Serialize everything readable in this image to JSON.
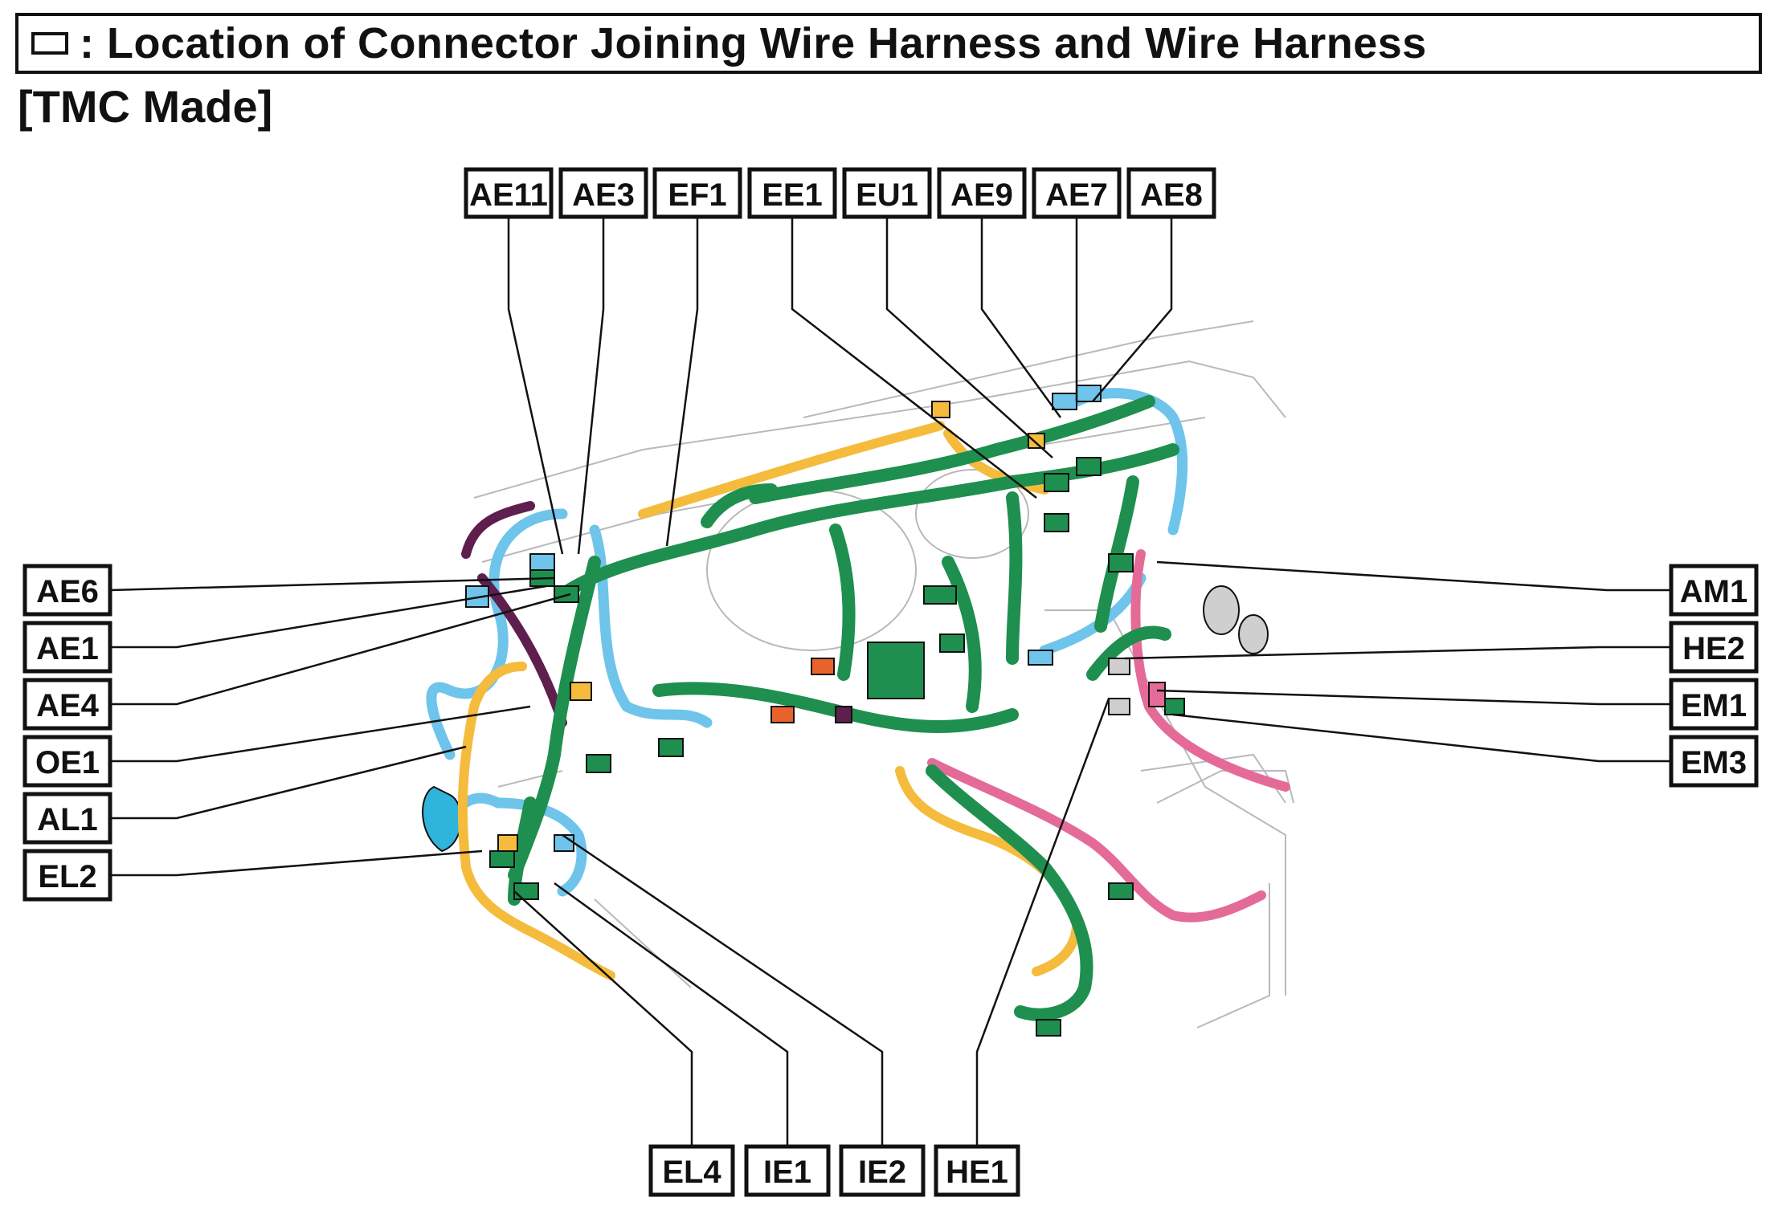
{
  "header": {
    "text": ": Location of Connector Joining Wire Harness and Wire Harness"
  },
  "subtitle": "[TMC Made]",
  "colors": {
    "harness_green": "#1e8f4e",
    "harness_blue": "#6ec4ea",
    "harness_orange": "#f5bb3c",
    "harness_pink": "#e46b98",
    "harness_purple": "#5e1f4e",
    "connector_red": "#e8632a",
    "outline": "#111111"
  },
  "top_labels": [
    "AE11",
    "AE3",
    "EF1",
    "EE1",
    "EU1",
    "AE9",
    "AE7",
    "AE8"
  ],
  "left_labels": [
    "AE6",
    "AE1",
    "AE4",
    "OE1",
    "AL1",
    "EL2"
  ],
  "right_labels": [
    "AM1",
    "HE2",
    "EM1",
    "EM3"
  ],
  "bottom_labels": [
    "EL4",
    "IE1",
    "IE2",
    "HE1"
  ]
}
